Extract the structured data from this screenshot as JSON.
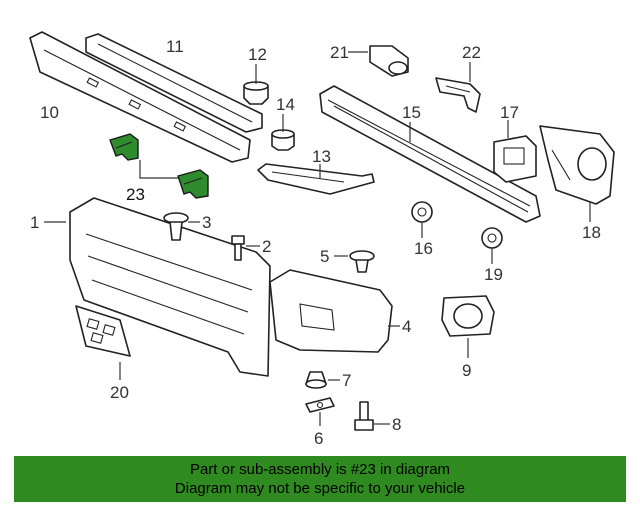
{
  "diagram": {
    "highlighted_part": "23",
    "callouts": [
      "1",
      "2",
      "3",
      "4",
      "5",
      "6",
      "7",
      "8",
      "9",
      "10",
      "11",
      "12",
      "13",
      "14",
      "15",
      "16",
      "17",
      "18",
      "19",
      "20",
      "21",
      "22",
      "23"
    ],
    "highlight_color": "#2e8b2e"
  },
  "banner": {
    "line1": "Part or sub-assembly is #23 in diagram",
    "line2": "Diagram may not be specific to your vehicle",
    "background": "#2f8a1f"
  }
}
